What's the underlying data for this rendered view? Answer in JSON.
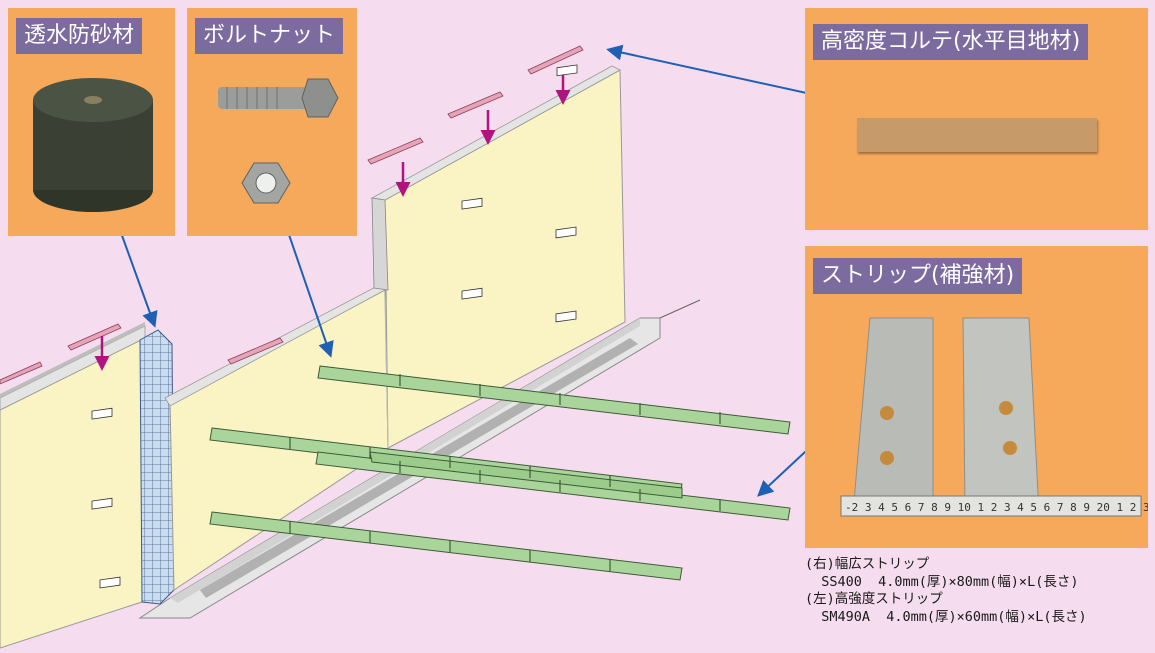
{
  "panels": {
    "sand_filter": {
      "label": "透水防砂材"
    },
    "bolt_nut": {
      "label": "ボルトナット"
    },
    "joint_material": {
      "label": "高密度コルテ(水平目地材)"
    },
    "strip": {
      "label": "ストリップ(補強材)"
    }
  },
  "ruler_ticks": "-2 3 4 5 6 7 8 9 10 1 2 3 4 5 6 7 8 9 20 1 2 3",
  "specs": {
    "right_title": "(右)幅広ストリップ",
    "right_spec": "  SS400  4.0mm(厚)×80mm(幅)×L(長さ)",
    "left_title": "(左)高強度ストリップ",
    "left_spec": "  SM490A  4.0mm(厚)×60mm(幅)×L(長さ)"
  },
  "colors": {
    "background": "#f5dcef",
    "panel": "#f7a95b",
    "label_bg": "#7c6b9f",
    "wall_face": "#faf3c3",
    "strip_green": "#a9d59a",
    "arrow_blue": "#1f5fb4",
    "arrow_magenta": "#b0157f"
  }
}
